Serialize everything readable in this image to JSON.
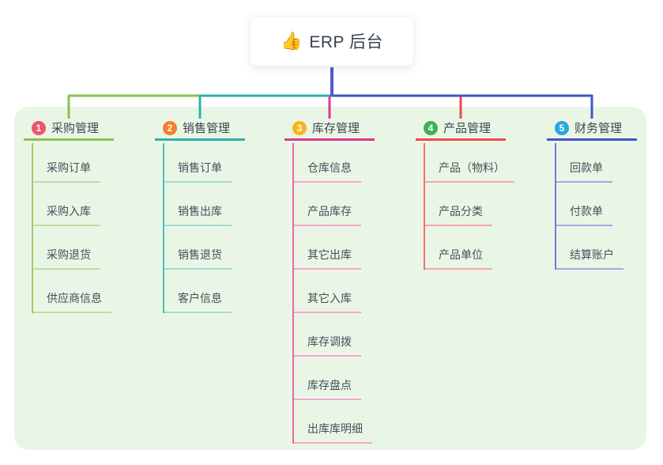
{
  "root": {
    "icon": "👍",
    "label": "ERP 后台"
  },
  "branches": [
    {
      "num": "1",
      "label": "采购管理",
      "colors": {
        "strong": "#8bc04e",
        "mid": "#9ccb66",
        "light": "#bedfa0",
        "badge": "#f0556b"
      },
      "children": [
        "采购订单",
        "采购入库",
        "采购退货",
        "供应商信息"
      ]
    },
    {
      "num": "2",
      "label": "销售管理",
      "colors": {
        "strong": "#29b3ab",
        "mid": "#4cc0b9",
        "light": "#9edcd7",
        "badge": "#f67d2a"
      },
      "children": [
        "销售订单",
        "销售出库",
        "销售退货",
        "客户信息"
      ]
    },
    {
      "num": "3",
      "label": "库存管理",
      "colors": {
        "strong": "#df3892",
        "mid": "#e766ab",
        "light": "#f2a8d0",
        "badge": "#fbb31b"
      },
      "children": [
        "仓库信息",
        "产品库存",
        "其它出库",
        "其它入库",
        "库存调拨",
        "库存盘点",
        "出库库明细"
      ]
    },
    {
      "num": "4",
      "label": "产品管理",
      "colors": {
        "strong": "#f2474d",
        "mid": "#f56f73",
        "light": "#f9a6a8",
        "badge": "#3db34f"
      },
      "children": [
        "产品（物料）",
        "产品分类",
        "产品单位"
      ]
    },
    {
      "num": "5",
      "label": "财务管理",
      "colors": {
        "strong": "#4254ce",
        "mid": "#6d7dd9",
        "light": "#9dabe8",
        "badge": "#29a7e1"
      },
      "children": [
        "回款单",
        "付款单",
        "结算账户"
      ]
    }
  ],
  "colors": {
    "stem": "#4d5ecb",
    "panel_bg": "#eaf6e5",
    "page_bg": "#ffffff",
    "card_bg": "#ffffff",
    "title_text": "#39424e",
    "label_text": "#3c4654",
    "child_text": "#454e5c"
  }
}
